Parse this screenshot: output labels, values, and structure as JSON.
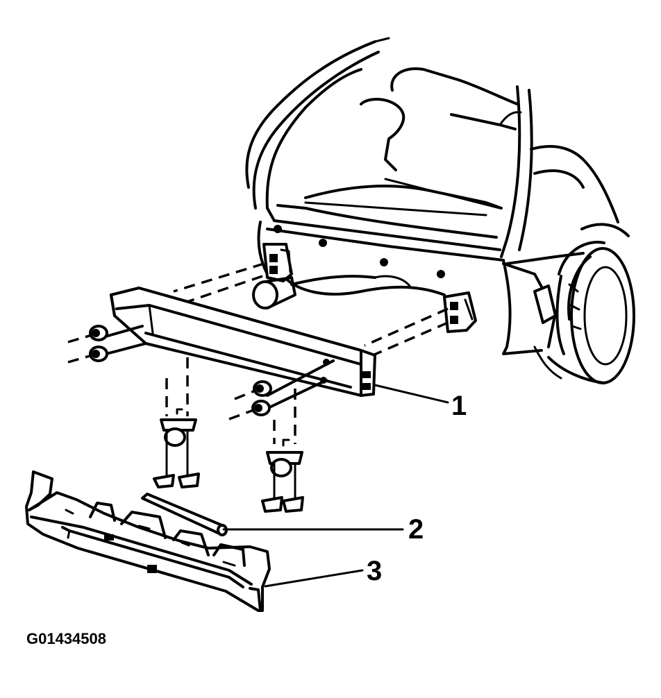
{
  "callouts": [
    {
      "label": "1",
      "part": "bumper-reinforcement-bar"
    },
    {
      "label": "2",
      "part": "bumper-rod"
    },
    {
      "label": "3",
      "part": "bumper-energy-absorber"
    }
  ],
  "figure_id": "G01434508"
}
